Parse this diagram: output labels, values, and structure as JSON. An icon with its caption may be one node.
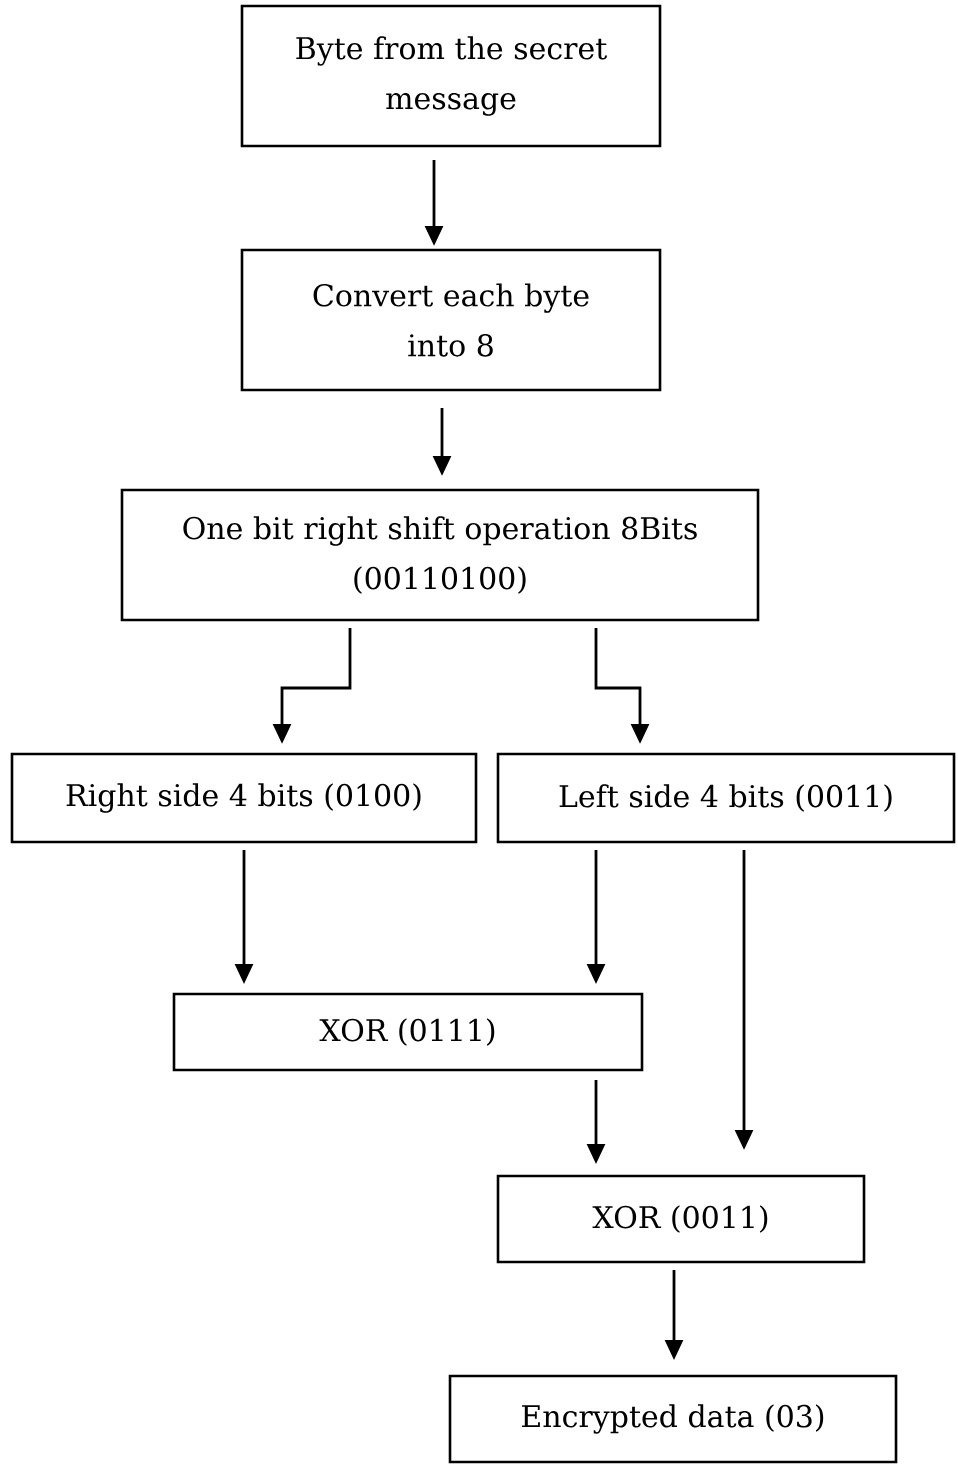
{
  "diagram": {
    "nodes": [
      {
        "text": [
          "Byte from the secret message"
        ]
      },
      {
        "text": [
          "Convert each byte into 8"
        ]
      },
      {
        "text": [
          "One bit right shift operation 8Bits (00110100)"
        ]
      },
      {
        "text": [
          "Right side 4 bits (0100)"
        ]
      },
      {
        "text": [
          "Left side 4 bits (0011)"
        ]
      },
      {
        "text": [
          "XOR (0111)"
        ]
      },
      {
        "text": [
          "XOR (0011)"
        ]
      },
      {
        "text": [
          "Encrypted data (03)"
        ]
      }
    ],
    "edges": [
      {
        "from": 0,
        "to": 1,
        "arrow": "to"
      },
      {
        "from": 1,
        "to": 2,
        "arrow": "to"
      },
      {
        "from": 2,
        "to": 3,
        "arrow": "to"
      },
      {
        "from": 2,
        "to": 4,
        "arrow": "to"
      },
      {
        "from": 3,
        "to": 5,
        "arrow": "to"
      },
      {
        "from": 4,
        "to": 5,
        "arrow": "to"
      },
      {
        "from": 4,
        "to": 6,
        "arrow": "to"
      },
      {
        "from": 5,
        "to": 6,
        "arrow": "to"
      },
      {
        "from": 6,
        "to": 7,
        "arrow": "to"
      }
    ]
  }
}
